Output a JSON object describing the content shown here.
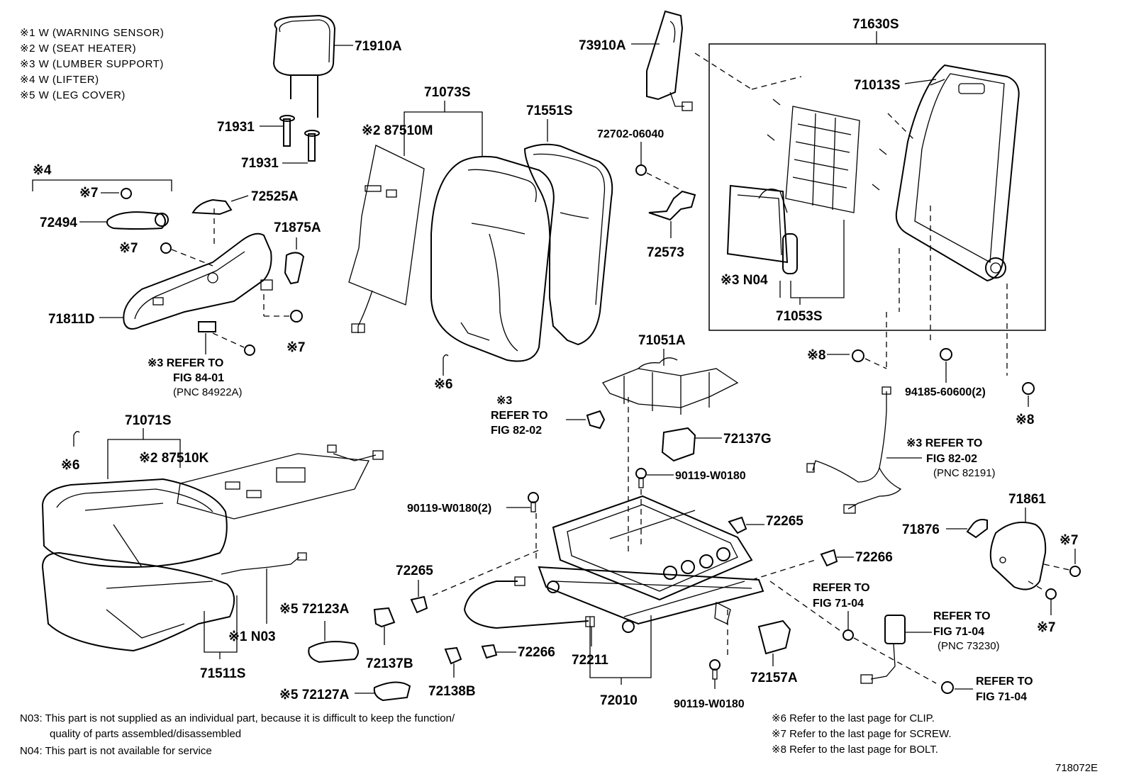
{
  "legend": [
    "※1 W (WARNING  SENSOR)",
    "※2 W (SEAT  HEATER)",
    "※3 W (LUMBER  SUPPORT)",
    "※4 W (LIFTER)",
    "※5 W (LEG  COVER)"
  ],
  "labels": {
    "p71910A": "71910A",
    "p71931a": "71931",
    "p71931b": "71931",
    "p71073S": "71073S",
    "p87510M": "※2 87510M",
    "p71551S": "71551S",
    "p73910A": "73910A",
    "p72702": "72702-06040",
    "p72573": "72573",
    "p71630S": "71630S",
    "p71013S": "71013S",
    "pN04": "※3 N04",
    "p71053S": "71053S",
    "m4": "※4",
    "m7a": "※7",
    "p72494": "72494",
    "p72525A": "72525A",
    "p71875A": "71875A",
    "m7b": "※7",
    "p71811D": "71811D",
    "m7c": "※7",
    "ref84_1": "※3 REFER TO",
    "ref84_2": "FIG 84-01",
    "ref84_3": "(PNC 84922A)",
    "m6a": "※6",
    "p71051A": "71051A",
    "ref82a_0": "※3",
    "ref82a_1": "REFER TO",
    "ref82a_2": "FIG 82-02",
    "p72137G": "72137G",
    "p90119a": "90119-W0180",
    "p90119b": "90119-W0180(2)",
    "m8a": "※8",
    "p94185": "94185-60600(2)",
    "m8b": "※8",
    "ref82b_1": "※3 REFER TO",
    "ref82b_2": "FIG 82-02",
    "ref82b_3": "(PNC 82191)",
    "p71071S": "71071S",
    "m6b": "※6",
    "p87510K": "※2 87510K",
    "p72265a": "72265",
    "p72265b": "72265",
    "p72266a": "72266",
    "p71861": "71861",
    "p71876": "71876",
    "m7d": "※7",
    "ref71a_1": "REFER TO",
    "ref71a_2": "FIG 71-04",
    "ref71b_1": "REFER TO",
    "ref71b_2": "FIG 71-04",
    "ref71b_3": "(PNC 73230)",
    "m7e": "※7",
    "ref71c_1": "REFER TO",
    "ref71c_2": "FIG 71-04",
    "p72123A": "※5 72123A",
    "pN03": "※1 N03",
    "p71511S": "71511S",
    "p72137B": "72137B",
    "p72266b": "72266",
    "p72211": "72211",
    "p72138B": "72138B",
    "p72127A": "※5 72127A",
    "p72010": "72010",
    "p90119c": "90119-W0180",
    "p72157A": "72157A"
  },
  "notes": {
    "n03_1": "N03: This part is not supplied as an individual part, because it is difficult to keep the function/",
    "n03_2": "quality of parts assembled/disassembled",
    "n04": "N04: This part is not available for service",
    "r6": "※6 Refer to the last page for CLIP.",
    "r7": "※7 Refer to the last page for SCREW.",
    "r8": "※8 Refer to the last page for BOLT.",
    "fig": "718072E"
  }
}
